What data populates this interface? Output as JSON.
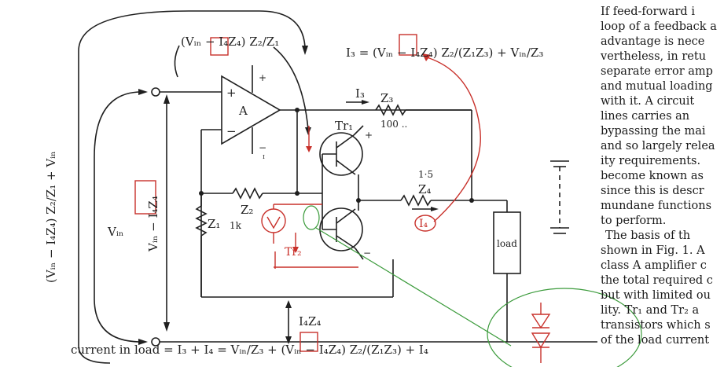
{
  "labels": {
    "amp": "A",
    "plus": "+",
    "minus": "−",
    "supply_plus": "+",
    "supply_minus": "−",
    "tr1_plus": "+",
    "tr2_minus": "−",
    "i3": "I₃",
    "z3": "Z₃",
    "z3_note": "100 ..",
    "tr1": "Tr₁",
    "tr2": "Tr₂",
    "z2": "Z₂",
    "z1": "Z₁",
    "z1_note": "1k",
    "z4": "Z₄",
    "z4_note": "1·5",
    "i4": "I₄",
    "load": "load",
    "vin_left": "Vᵢₙ",
    "vin_mid": "Vᵢₙ − I₄Z₄",
    "left_expr": "(Vᵢₙ − I₄Z₄) Z₂/Z₁ + Vᵢₙ",
    "top_expr": "(Vᵢₙ − I₄Z₄) Z₂/Z₁",
    "i3_eq": "I₃ = (Vᵢₙ − I₄Z₄) Z₂/(Z₁Z₃) + Vᵢₙ/Z₃",
    "i4z4": "I₄Z₄",
    "bottom_eq": "current in load = I₃ + I₄ = Vᵢₙ/Z₃ + (Vᵢₙ − I₄Z₄) Z₂/(Z₁Z₃) + I₄",
    "small_label": "ᴵ"
  },
  "text": {
    "line_1": "If feed-forward i",
    "line_2": "loop of a feedback a",
    "line_3": "advantage is nece",
    "line_4": "vertheless, in retu",
    "line_5": "separate error amp",
    "line_6": "and mutual loading",
    "line_7": "with it. A circuit",
    "line_8": "lines carries an",
    "line_9": "bypassing the mai",
    "line_10": "and so largely relea",
    "line_11": "ity requirements.",
    "line_12": "become known as",
    "line_13": "since this is descr",
    "line_14": "mundane functions",
    "line_15": "to perform.",
    "line_16": "The basis of th",
    "line_17": "shown in Fig. 1. A",
    "line_18": "class A amplifier c",
    "line_19": "the total required c",
    "line_20": "but with limited ou",
    "line_21": "lity. Tr₁ and Tr₂ a",
    "line_22": "transistors which s",
    "line_23": "of the load current"
  }
}
